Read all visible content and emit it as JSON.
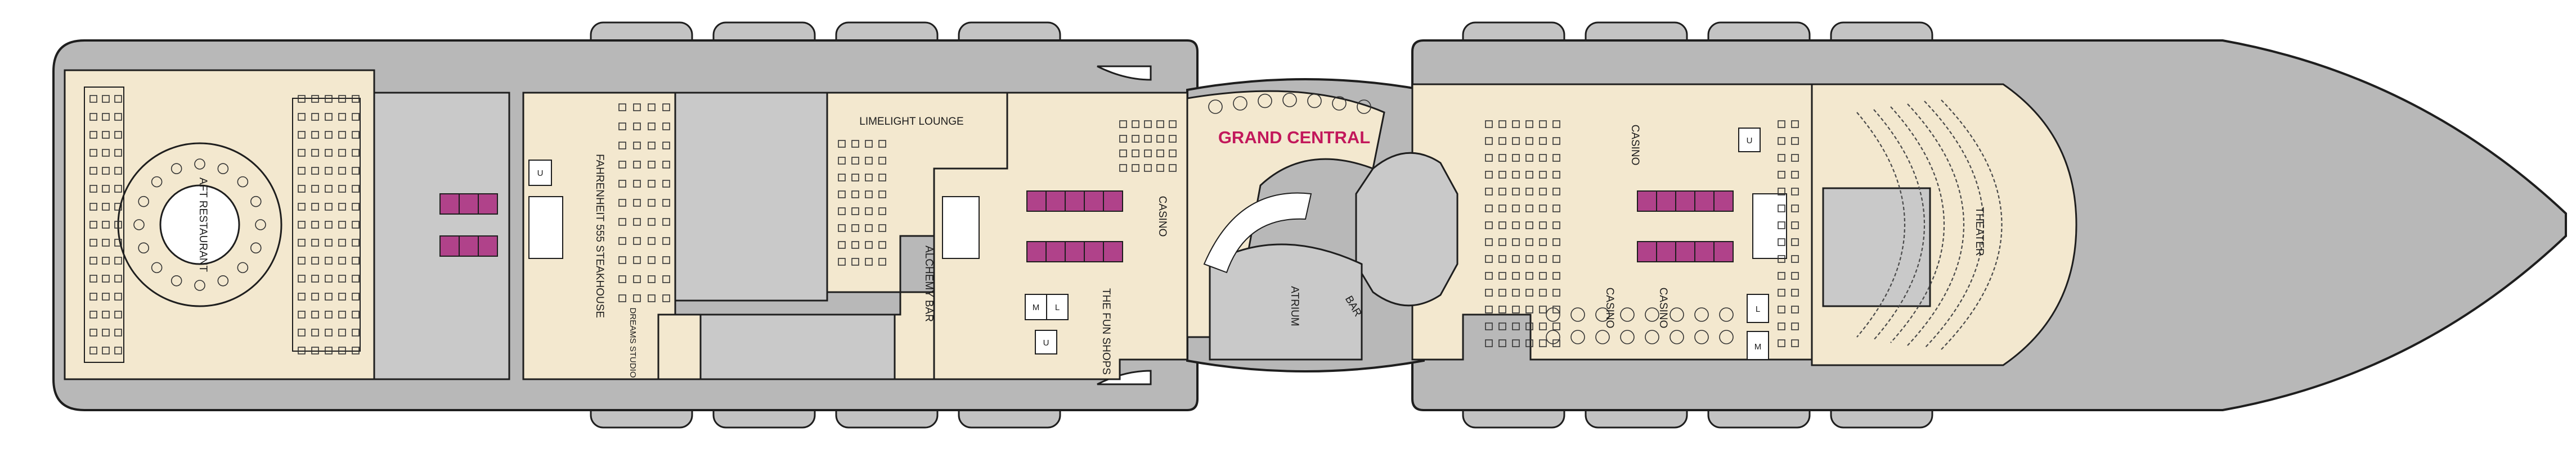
{
  "deck_plan": {
    "labels": {
      "aft_restaurant": "AFT RESTAURANT",
      "fahrenheit_555": "FAHRENHEIT 555 STEAKHOUSE",
      "dreams_studio": "DREAMS STUDIO",
      "limelight_lounge": "LIMELIGHT LOUNGE",
      "alchemy_bar": "ALCHEMY BAR",
      "fun_shops": "THE FUN SHOPS",
      "casino_mid": "CASINO",
      "grand_central": "GRAND CENTRAL",
      "atrium": "ATRIUM",
      "bar": "BAR",
      "casino_fwd_top": "CASINO",
      "casino_fwd_low_a": "CASINO",
      "casino_fwd_low_b": "CASINO",
      "theater": "THEATER"
    },
    "elevator_marks": {
      "u": "U",
      "m": "M",
      "l": "L"
    },
    "colors": {
      "deck": "#f3e8cf",
      "hull": "#b8b8b8",
      "structure": "#c9c9c9",
      "outline": "#1e1e1e",
      "lifeboat": "#c3c3c3",
      "elevator": "#ffffff",
      "highlight_cabin": "#b0428a",
      "grand_central": "#c2185b"
    }
  }
}
